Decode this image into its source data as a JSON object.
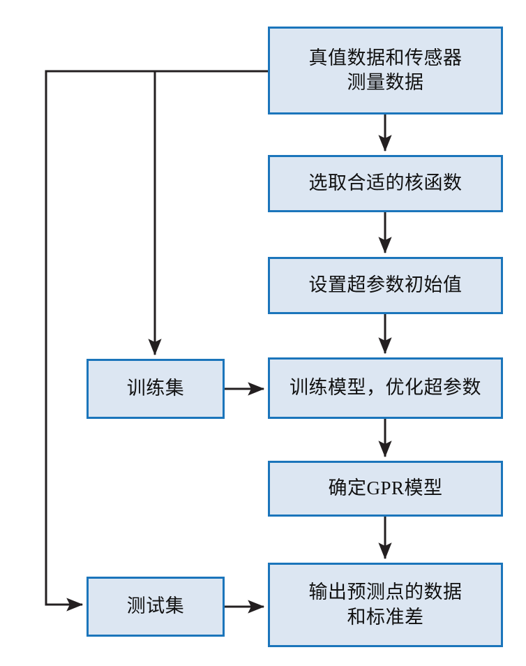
{
  "diagram": {
    "title": "GPR modeling flowchart",
    "colors": {
      "node_fill": "#dce6f2",
      "node_border": "#1b75bb",
      "edge": "#231f20",
      "text": "#111111",
      "background": "#ffffff"
    },
    "nodes": [
      {
        "id": "source",
        "name": "truth-and-sensor-data",
        "label": "真值数据和传感器\n测量数据"
      },
      {
        "id": "kernel",
        "name": "select-kernel-function",
        "label": "选取合适的核函数"
      },
      {
        "id": "hyper",
        "name": "set-initial-hyperparameters",
        "label": "设置超参数初始值"
      },
      {
        "id": "trainset",
        "name": "training-set",
        "label": "训练集"
      },
      {
        "id": "train",
        "name": "train-model-optimize-hyperparameters",
        "label": "训练模型，优化超参数"
      },
      {
        "id": "gpr",
        "name": "determine-gpr-model",
        "label": "确定GPR模型"
      },
      {
        "id": "testset",
        "name": "test-set",
        "label": "测试集"
      },
      {
        "id": "output",
        "name": "output-prediction-data-and-stddev",
        "label": "输出预测点的数据\n和标准差"
      }
    ],
    "edges": [
      {
        "from": "source",
        "to": "kernel",
        "type": "straight-down"
      },
      {
        "from": "kernel",
        "to": "hyper",
        "type": "straight-down"
      },
      {
        "from": "hyper",
        "to": "train",
        "type": "straight-down"
      },
      {
        "from": "train",
        "to": "gpr",
        "type": "straight-down"
      },
      {
        "from": "gpr",
        "to": "output",
        "type": "straight-down"
      },
      {
        "from": "source",
        "to": "trainset",
        "type": "left-branch-down"
      },
      {
        "from": "source",
        "to": "testset",
        "type": "left-branch-down"
      },
      {
        "from": "trainset",
        "to": "train",
        "type": "straight-right"
      },
      {
        "from": "testset",
        "to": "output",
        "type": "straight-right"
      }
    ]
  }
}
